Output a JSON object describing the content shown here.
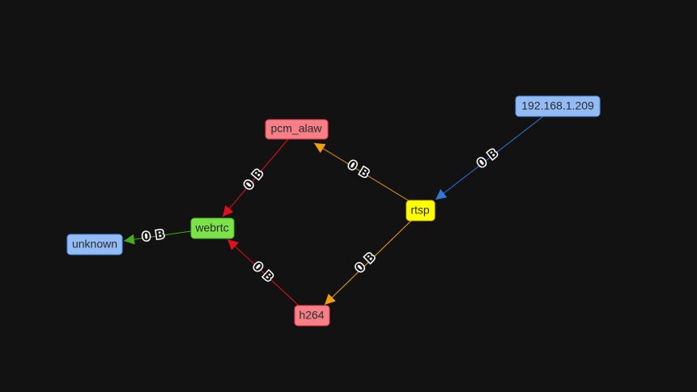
{
  "nodes": [
    {
      "id": "ip",
      "label": "192.168.1.209",
      "fill": "#93bbf5",
      "stroke": "#4f8fe6"
    },
    {
      "id": "pcm_alaw",
      "label": "pcm_alaw",
      "fill": "#f77f88",
      "stroke": "#e33b48"
    },
    {
      "id": "rtsp",
      "label": "rtsp",
      "fill": "#ffff00",
      "stroke": "#e0c800"
    },
    {
      "id": "webrtc",
      "label": "webrtc",
      "fill": "#7be24a",
      "stroke": "#4fb82a"
    },
    {
      "id": "unknown",
      "label": "unknown",
      "fill": "#93bbf5",
      "stroke": "#4f8fe6"
    },
    {
      "id": "h264",
      "label": "h264",
      "fill": "#f77f88",
      "stroke": "#e33b48"
    }
  ],
  "edges": [
    {
      "from": "ip",
      "to": "rtsp",
      "label": "0 B",
      "color": "#2f78d8"
    },
    {
      "from": "rtsp",
      "to": "pcm_alaw",
      "label": "0 B",
      "color": "#f0a000"
    },
    {
      "from": "rtsp",
      "to": "h264",
      "label": "0 B",
      "color": "#f0a000"
    },
    {
      "from": "pcm_alaw",
      "to": "webrtc",
      "label": "0 B",
      "color": "#e0101c"
    },
    {
      "from": "h264",
      "to": "webrtc",
      "label": "0 B",
      "color": "#e0101c"
    },
    {
      "from": "webrtc",
      "to": "unknown",
      "label": "0 B",
      "color": "#44aa1e"
    }
  ]
}
